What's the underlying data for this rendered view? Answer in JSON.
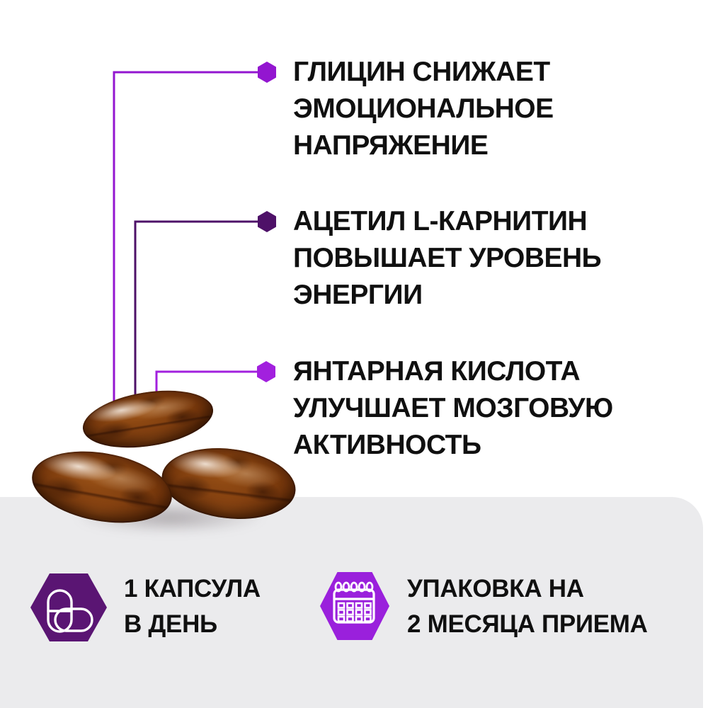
{
  "theme": {
    "background": "#FFFFFF",
    "panel": "#EBEBED",
    "text": "#101010",
    "icon_stroke": "#FFFFFF"
  },
  "features": [
    {
      "bullet_icon": "hexagon-bullet-icon",
      "color": "#9316D0",
      "text": "ГЛИЦИН СНИЖАЕТ\nЭМОЦИОНАЛЬНОЕ\nНАПРЯЖЕНИЕ"
    },
    {
      "bullet_icon": "hexagon-bullet-icon",
      "color": "#4E1168",
      "text": "АЦЕТИЛ L-КАРНИТИН\nПОВЫШАЕТ УРОВЕНЬ\nЭНЕРГИИ"
    },
    {
      "bullet_icon": "hexagon-bullet-icon",
      "color": "#A220DE",
      "text": "ЯНТАРНАЯ КИСЛОТА\nУЛУЧШАЕТ МОЗГОВУЮ\nАКТИВНОСТЬ"
    }
  ],
  "usage": [
    {
      "icon": "pill-icon",
      "color": "#5A1573",
      "text": "1 КАПСУЛА\nВ ДЕНЬ"
    },
    {
      "icon": "calendar-icon",
      "color": "#9A20DC",
      "text": "УПАКОВКА НА\n2 МЕСЯЦА ПРИЕМА"
    }
  ],
  "photo": {
    "subject": "three amber softgel capsules"
  }
}
